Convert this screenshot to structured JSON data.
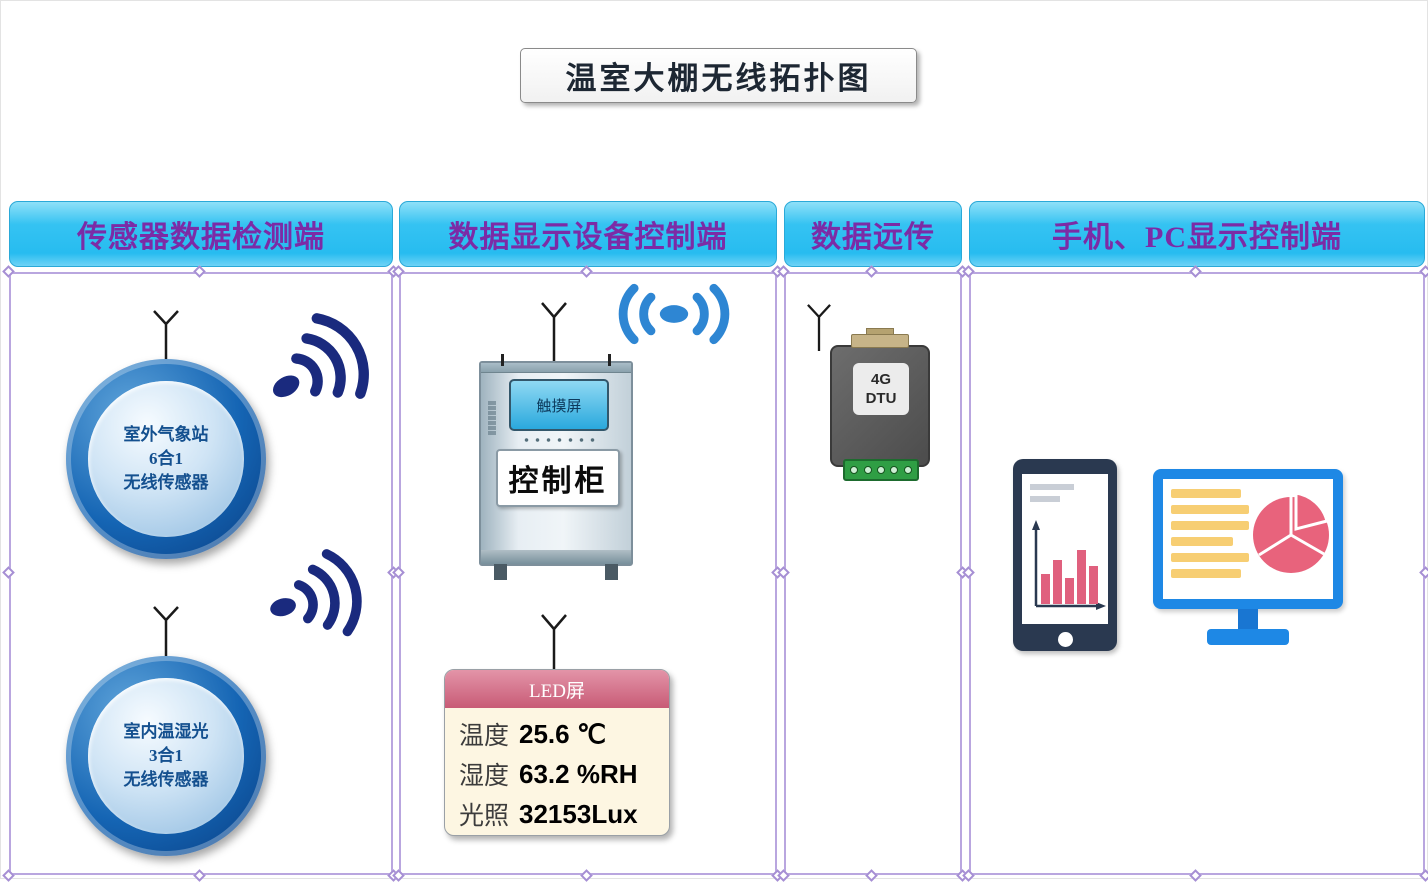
{
  "title": "温室大棚无线拓扑图",
  "sections": {
    "sensor": {
      "header": "传感器数据检测端",
      "nodes": [
        {
          "line1": "室外气象站",
          "line2": "6合1",
          "line3": "无线传感器"
        },
        {
          "line1": "室内温湿光",
          "line2": "3合1",
          "line3": "无线传感器"
        }
      ]
    },
    "display": {
      "header": "数据显示设备控制端",
      "touch_screen_label": "触摸屏",
      "cabinet_label": "控制柜",
      "led_panel": {
        "title": "LED屏",
        "rows": [
          {
            "label": "温度",
            "value": "25.6 ℃"
          },
          {
            "label": "湿度",
            "value": "63.2 %RH"
          },
          {
            "label": "光照",
            "value": "32153Lux"
          }
        ]
      }
    },
    "remote": {
      "header": "数据远传",
      "dtu_line1": "4G",
      "dtu_line2": "DTU"
    },
    "client": {
      "header": "手机、PC显示控制端"
    }
  },
  "colors": {
    "header_band": "#27BCF0",
    "header_text": "#7C2BA6",
    "panel_border": "#B9A6DF",
    "wave_dark_navy": "#1A2A7E",
    "wave_blue": "#2E86D3",
    "sensor_ring_blue": "#0B4F9E",
    "led_header_pink": "#C85B76",
    "led_body_cream": "#FDF6E2",
    "dtu_body_gray": "#565656",
    "dtu_terminal_green": "#2F9E44",
    "monitor_blue": "#1E88E5",
    "chart_bar_pink": "#E0607E",
    "list_line_yellow": "#F7CE73"
  }
}
